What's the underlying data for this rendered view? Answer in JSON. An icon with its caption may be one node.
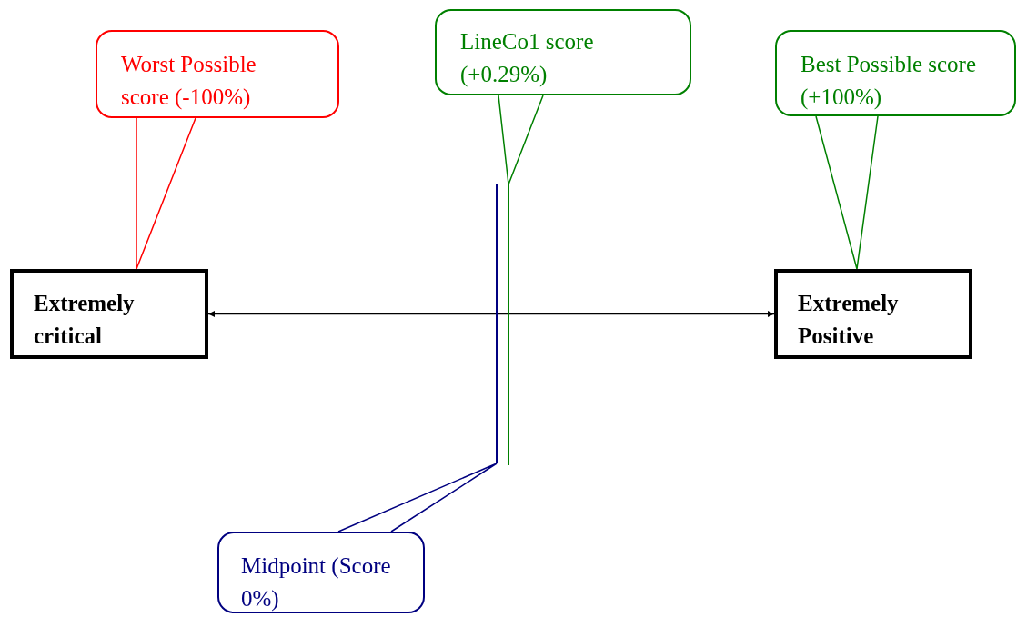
{
  "diagram": {
    "nodes": [
      {
        "text": [
          "Worst Possible score (-100%)"
        ]
      },
      {
        "text": [
          "LineCo1 score (+0.29%)"
        ]
      },
      {
        "text": [
          "Best Possible score (+100%)"
        ]
      },
      {
        "text": [
          "Extremely critical"
        ]
      },
      {
        "text": [
          "Extremely Positive"
        ]
      },
      {
        "text": [],
        "shape": "bar"
      },
      {
        "text": [],
        "shape": "bar"
      },
      {
        "text": [
          "Midpoint (Score 0%)"
        ]
      }
    ],
    "edges": [
      {
        "from": 3,
        "to": 4,
        "arrow": "both",
        "color": "#000000"
      },
      {
        "from": 0,
        "to": 3,
        "arrow": "none",
        "color": "#ff0000"
      },
      {
        "from": 1,
        "to": 6,
        "arrow": "none",
        "color": "#008000"
      },
      {
        "from": 2,
        "to": 4,
        "arrow": "none",
        "color": "#008000"
      },
      {
        "from": 7,
        "to": 5,
        "arrow": "none",
        "color": "#000080"
      }
    ]
  }
}
